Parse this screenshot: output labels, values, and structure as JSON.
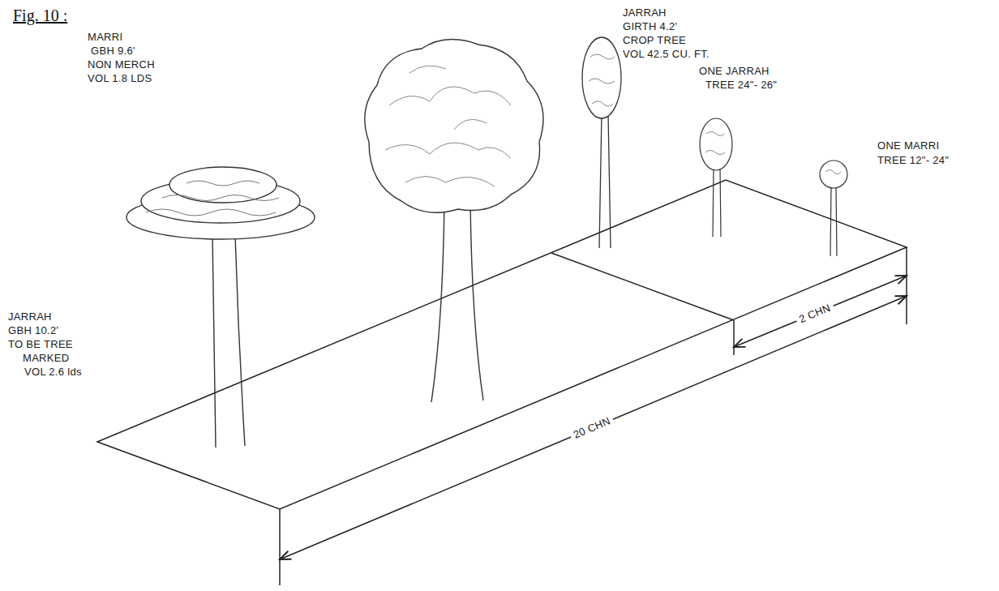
{
  "diagram": {
    "title": "Fig. 10 :",
    "labels": [
      "MARRI",
      "GBH 9.6'",
      "NON MERCH",
      "VOL 1.8 LDS",
      "JARRAH",
      "GIRTH 4.2'",
      "CROP TREE",
      "VOL 42.5 CU. FT.",
      "ONE JARRAH",
      "TREE 24\"- 26\"",
      "ONE MARRI",
      "TREE 12\"- 24\"",
      "JARRAH",
      "GBH 10.2'",
      "TO BE TREE",
      "MARKED",
      "VOL 2.6 lds",
      "2 CHN",
      "20 CHN"
    ]
  }
}
